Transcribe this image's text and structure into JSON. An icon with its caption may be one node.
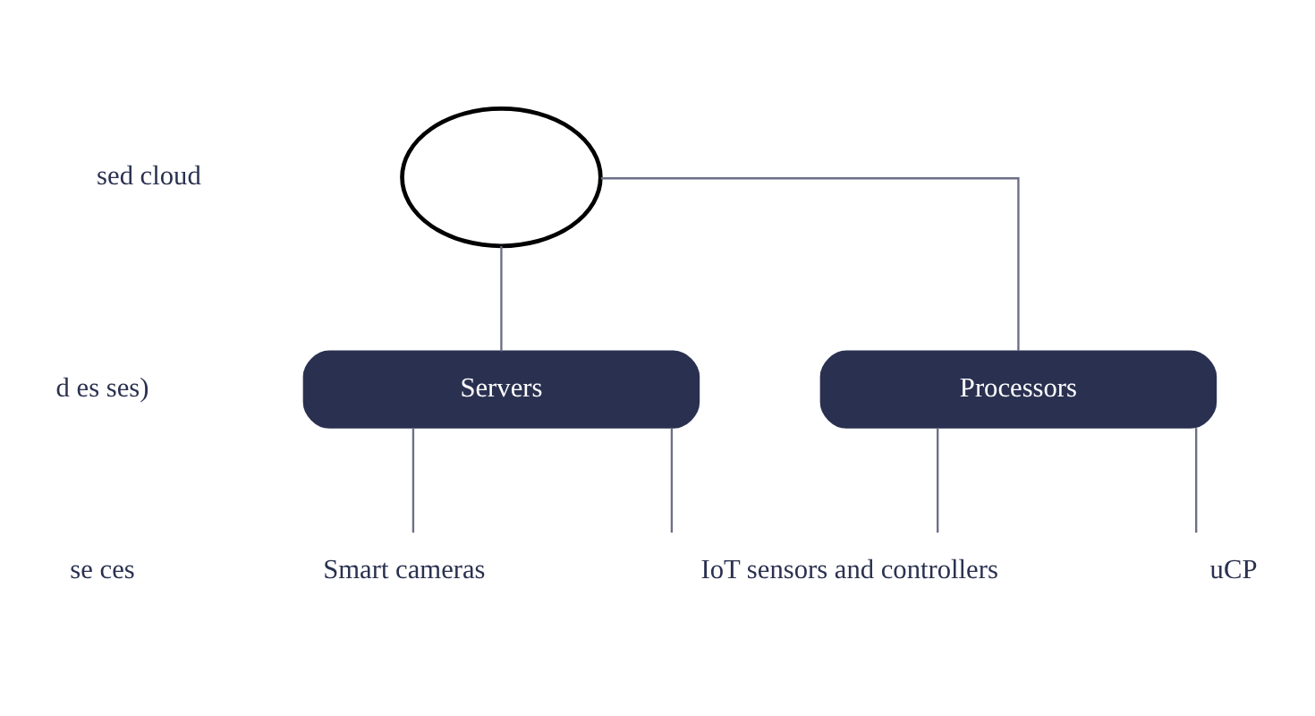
{
  "diagram": {
    "nodes": [
      {
        "text": [],
        "shape": "cloud"
      },
      {
        "text": [
          "Servers"
        ]
      },
      {
        "text": [
          "Processors"
        ]
      },
      {
        "text": [
          "Smart cameras"
        ]
      },
      {
        "text": [
          "IoT sensors and controllers"
        ]
      },
      {
        "text": [
          "uCP"
        ]
      }
    ],
    "edges": [
      {
        "from": 0,
        "to": 1,
        "arrow": "none"
      },
      {
        "from": 0,
        "to": 2,
        "arrow": "none"
      },
      {
        "from": 1,
        "to": 3,
        "arrow": "none"
      },
      {
        "from": 1,
        "to": 4,
        "arrow": "none"
      },
      {
        "from": 2,
        "to": 4,
        "arrow": "none"
      },
      {
        "from": 2,
        "to": 5,
        "arrow": "none"
      }
    ],
    "labels": [
      "sed cloud",
      "d es ses)",
      "se ces"
    ]
  }
}
